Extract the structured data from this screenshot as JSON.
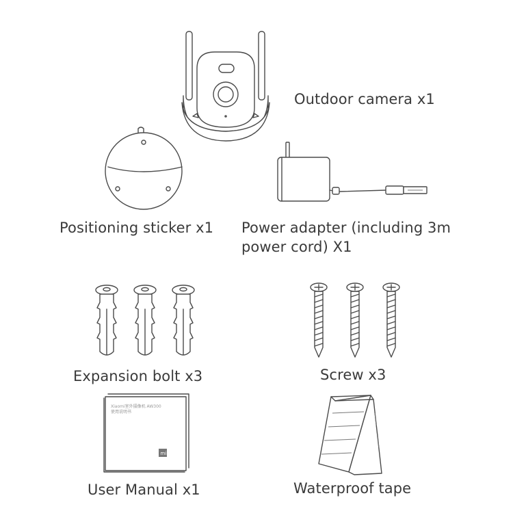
{
  "items": [
    {
      "id": "camera",
      "label": "Outdoor camera x1",
      "icon": "outdoor-camera-icon"
    },
    {
      "id": "sticker",
      "label": "Positioning sticker x1",
      "icon": "positioning-sticker-icon"
    },
    {
      "id": "adapter",
      "label_line1": "Power adapter (including 3m",
      "label_line2": "power cord) X1",
      "icon": "power-adapter-icon"
    },
    {
      "id": "bolt",
      "label": "Expansion bolt x3",
      "icon": "expansion-bolt-icon"
    },
    {
      "id": "screw",
      "label": "Screw x3",
      "icon": "screw-icon"
    },
    {
      "id": "manual",
      "label": "User Manual x1",
      "icon": "user-manual-icon",
      "cover_line1": "Xiaomi室外摄像机 AW300",
      "cover_line2": "使用说明书",
      "logo": "mi"
    },
    {
      "id": "tape",
      "label": "Waterproof tape",
      "icon": "waterproof-tape-icon"
    }
  ]
}
